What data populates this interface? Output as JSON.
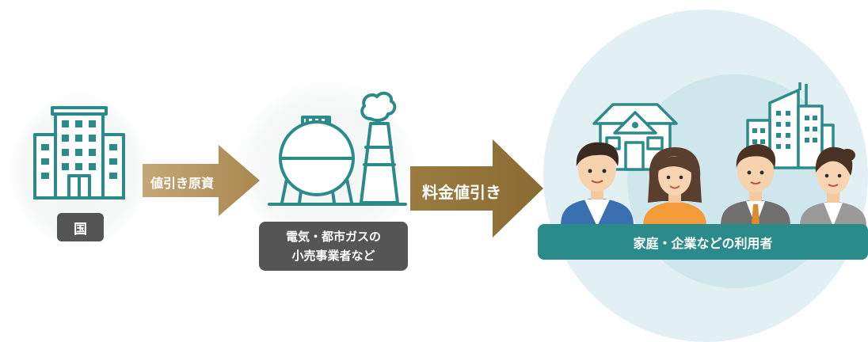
{
  "nodes": {
    "government": {
      "label": "国"
    },
    "retailers": {
      "line1": "電気・都市ガスの",
      "line2": "小売事業者など"
    },
    "users": {
      "label": "家庭・企業などの利用者"
    }
  },
  "arrows": {
    "first": {
      "label": "値引き原資"
    },
    "second": {
      "label": "料金値引き"
    }
  },
  "colors": {
    "teal": "#2b8a8a",
    "gold": "#b69660",
    "bronze": "#8e7238",
    "dark_gray": "#555555",
    "pale_blue": "#d9edf1"
  }
}
